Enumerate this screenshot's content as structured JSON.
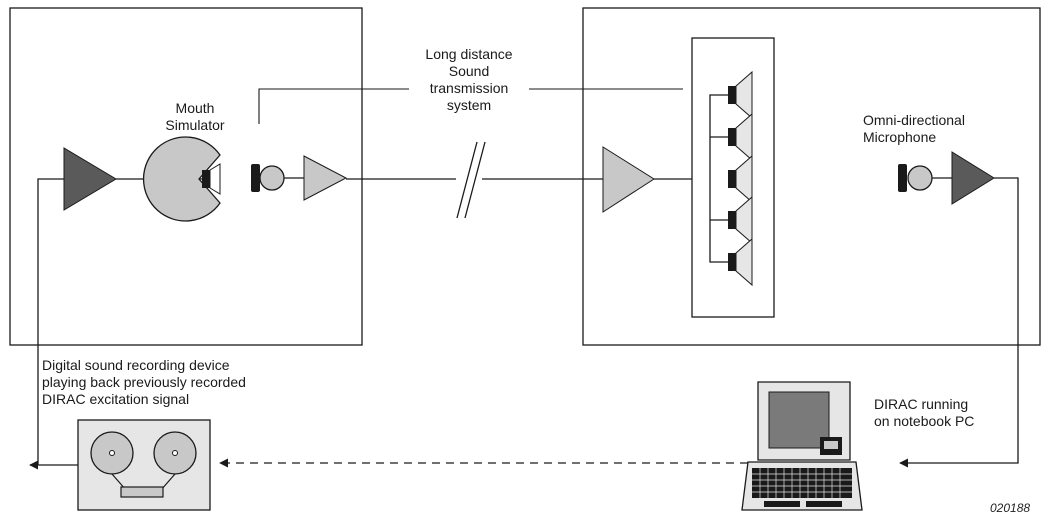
{
  "labels": {
    "mouth_simulator": [
      "Mouth",
      "Simulator"
    ],
    "transmission_system": [
      "Long distance",
      "Sound",
      "transmission",
      "system"
    ],
    "omni_microphone": [
      "Omni-directional",
      "Microphone"
    ],
    "recording_device": [
      "Digital sound recording device",
      "playing back previously recorded",
      "DIRAC excitation signal"
    ],
    "dirac_pc": [
      "DIRAC running",
      "on notebook PC"
    ],
    "figure_number": "020188"
  },
  "colors": {
    "line": "#1a1a1a",
    "dark_amplifier": "#5a5a5a",
    "light_amplifier": "#c8c8c8",
    "device_fill": "#e6e6e6",
    "screen": "#7a7a7a"
  },
  "icons": [
    "amplifier-icon",
    "mouth-simulator-icon",
    "microphone-icon",
    "loudspeaker-icon",
    "tape-recorder-icon",
    "notebook-pc-icon",
    "break-mark-icon"
  ]
}
